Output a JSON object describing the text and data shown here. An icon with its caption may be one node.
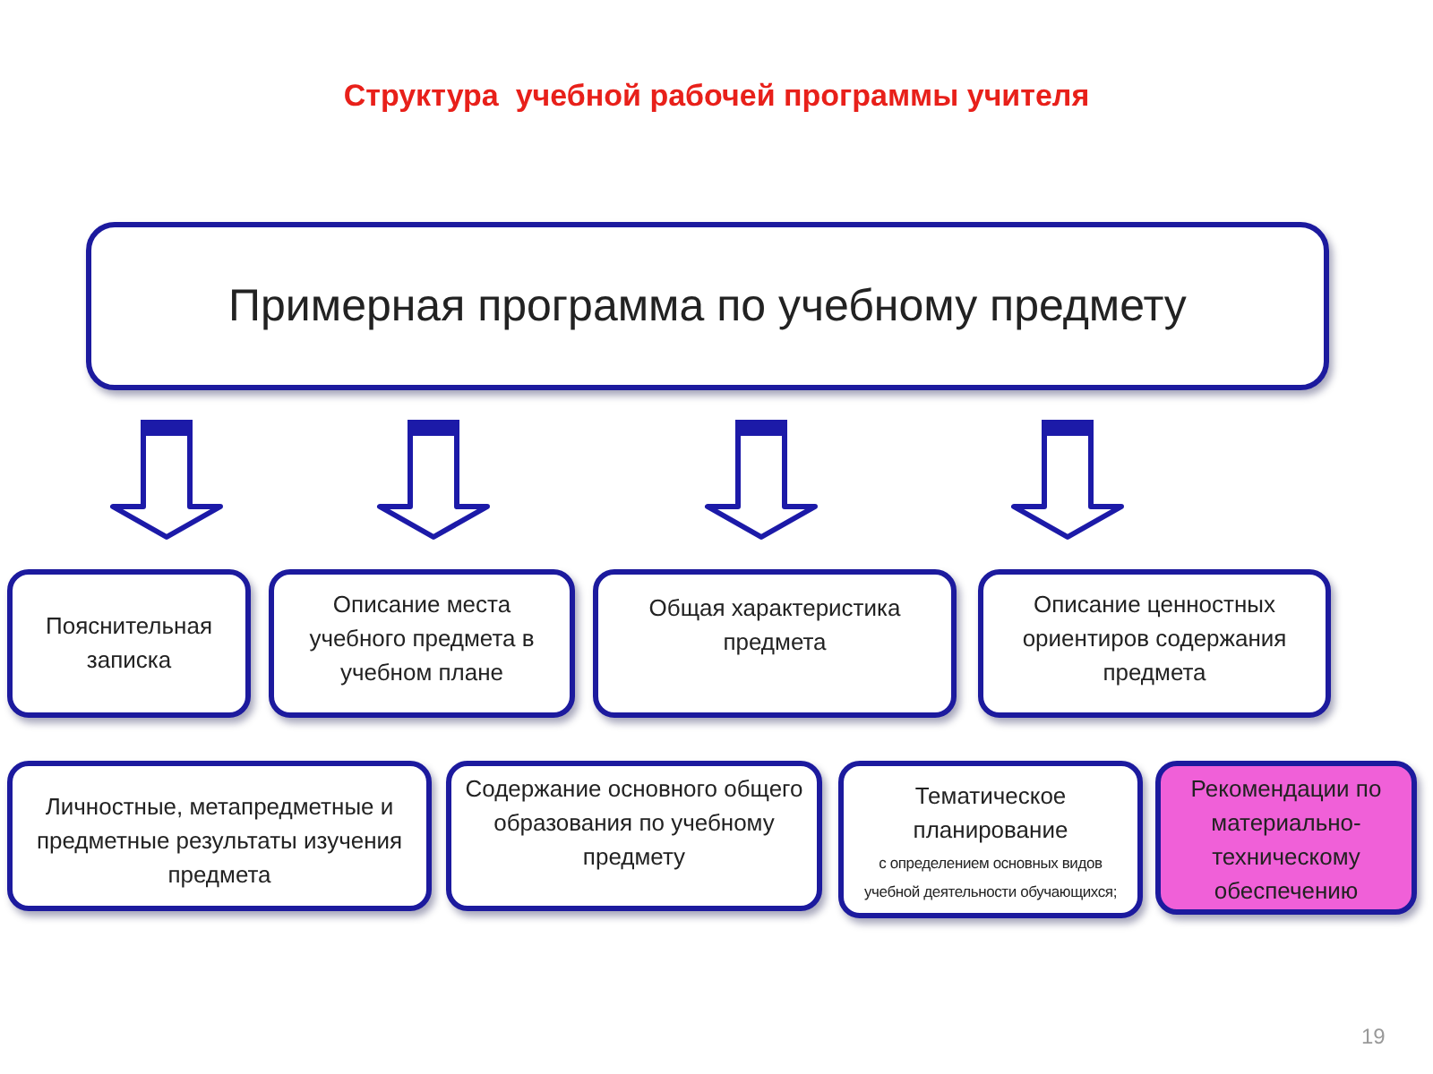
{
  "diagram": {
    "title": "Структура  учебной рабочей программы учителя",
    "nodes": [
      {
        "text": [
          "Примерная программа по учебному предмету"
        ]
      },
      {
        "text": [
          "Пояснительная записка"
        ]
      },
      {
        "text": [
          "Описание места учебного предмета в учебном плане"
        ]
      },
      {
        "text": [
          "Общая характеристика предмета"
        ]
      },
      {
        "text": [
          "Описание ценностных ориентиров содержания предмета"
        ]
      },
      {
        "text": [
          "Личностные, метапредметные и предметные результаты изучения предмета"
        ]
      },
      {
        "text": [
          "Содержание основного общего образования по учебному предмету"
        ]
      },
      {
        "text": [
          "Тематическое планирование",
          "с определением основных видов учебной деятельности обучающихся;"
        ]
      },
      {
        "text": [
          "Рекомендации по материально-техническому обеспечению"
        ]
      }
    ],
    "edges": [
      {
        "from": 0,
        "to": 1,
        "arrow": "to"
      },
      {
        "from": 0,
        "to": 2,
        "arrow": "to"
      },
      {
        "from": 0,
        "to": 3,
        "arrow": "to"
      },
      {
        "from": 0,
        "to": 4,
        "arrow": "to"
      }
    ],
    "labels": [
      "19"
    ]
  }
}
